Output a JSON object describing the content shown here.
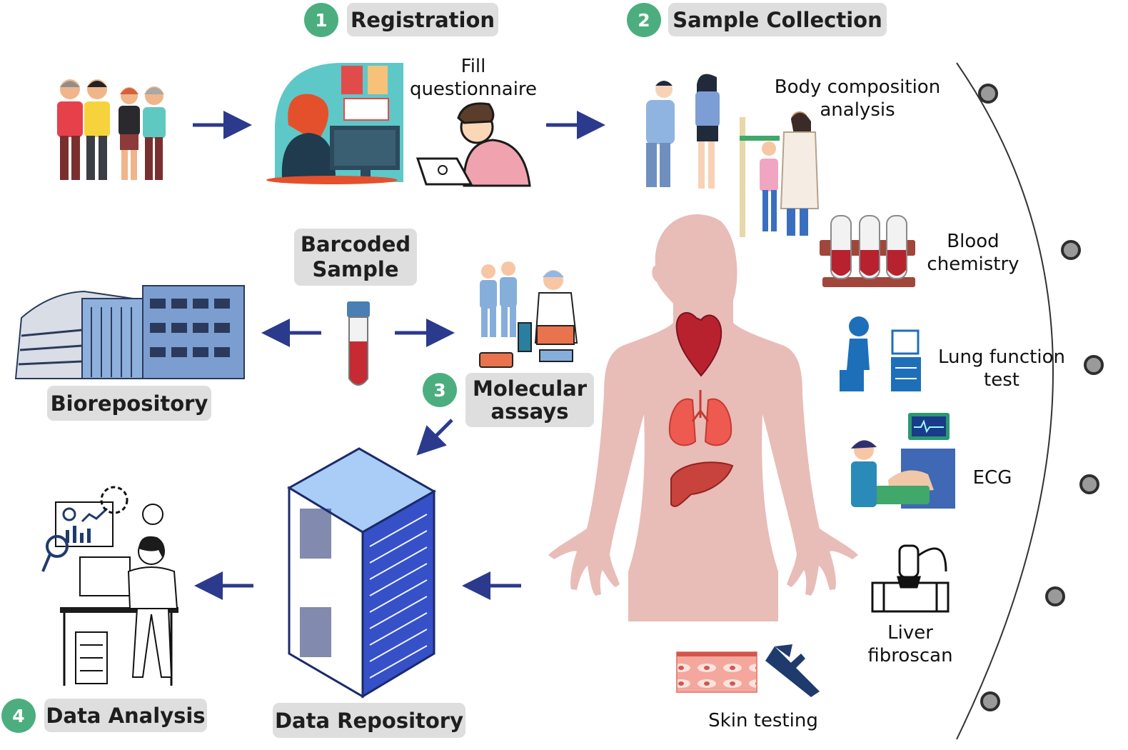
{
  "steps": [
    {
      "number": "1",
      "label": "Registration"
    },
    {
      "number": "2",
      "label": "Sample Collection"
    },
    {
      "number": "3",
      "label": "Molecular assays"
    },
    {
      "number": "4",
      "label": "Data Analysis"
    }
  ],
  "registration": {
    "fill_questionnaire": [
      "Fill",
      "questionnaire"
    ]
  },
  "sample": {
    "barcoded": [
      "Barcoded",
      "Sample"
    ],
    "biorepository": "Biorepository"
  },
  "molecular_assays": [
    "Molecular",
    "assays"
  ],
  "data_repository": "Data Repository",
  "tests": {
    "body_composition": [
      "Body composition",
      "analysis"
    ],
    "blood_chemistry": [
      "Blood",
      "chemistry"
    ],
    "lung_function": [
      "Lung function",
      "test"
    ],
    "ecg": "ECG",
    "liver_fibroscan": [
      "Liver",
      "fibroscan"
    ],
    "skin_testing": "Skin testing"
  },
  "colors": {
    "badge": "#4cae7f",
    "pill": "#dedede",
    "arrow": "#2b3a8c",
    "body": "#e8bcb7"
  }
}
